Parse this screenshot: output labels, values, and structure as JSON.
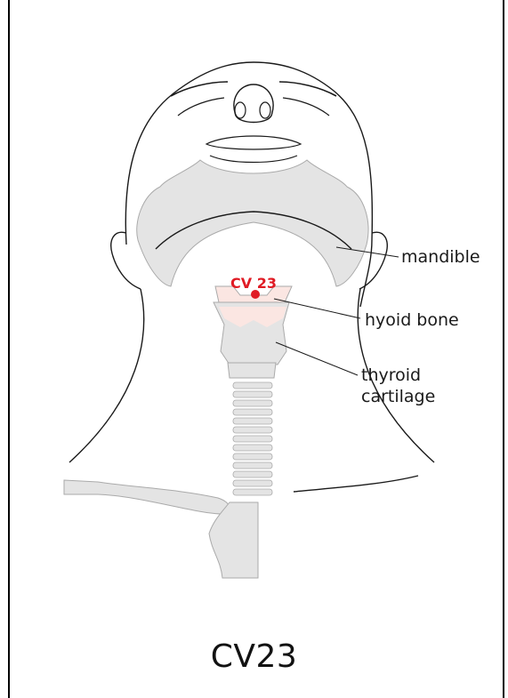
{
  "figure": {
    "point_label": "CV 23",
    "point_color": "#e01b24",
    "labels": {
      "mandible": "mandible",
      "hyoid": "hyoid bone",
      "thyroid_line1": "thyroid",
      "thyroid_line2": "cartilage"
    },
    "caption": "CV23"
  },
  "colors": {
    "bone_fill": "#e4e4e4",
    "bone_stroke": "#aaaaaa",
    "hyoid_fill": "#fbe6e2",
    "outline": "#1a1a1a"
  }
}
